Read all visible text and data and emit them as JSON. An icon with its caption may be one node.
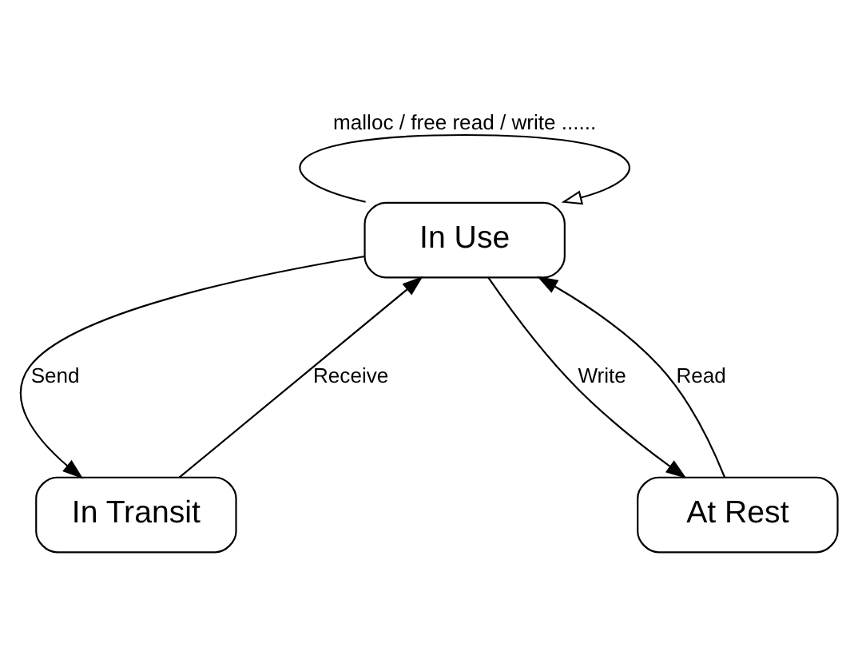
{
  "diagram": {
    "nodes": [
      {
        "text": [
          "In Use"
        ]
      },
      {
        "text": [
          "In Transit"
        ]
      },
      {
        "text": [
          "At Rest"
        ]
      }
    ],
    "edges": [
      {
        "from": 0,
        "to": 0,
        "arrow": "to",
        "label": "malloc / free read / write ......"
      },
      {
        "from": 0,
        "to": 1,
        "arrow": "to",
        "label": "Send"
      },
      {
        "from": 1,
        "to": 0,
        "arrow": "to",
        "label": "Receive"
      },
      {
        "from": 0,
        "to": 2,
        "arrow": "to",
        "label": "Write"
      },
      {
        "from": 2,
        "to": 0,
        "arrow": "to",
        "label": "Read"
      }
    ]
  }
}
